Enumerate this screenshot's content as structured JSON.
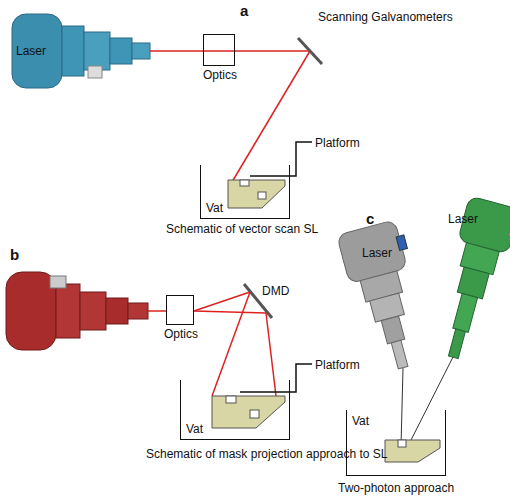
{
  "diagram": {
    "nodes": [
      {
        "text": [
          "Optics"
        ]
      },
      {
        "text": [
          "Vat"
        ]
      },
      {
        "text": [
          "Optics"
        ]
      },
      {
        "text": [
          "Vat"
        ]
      },
      {
        "text": [
          "Vat"
        ]
      }
    ],
    "labels": [
      "a",
      "Laser",
      "Scanning Galvanometers",
      "Platform",
      "Schematic of vector scan SL",
      "b",
      "DMD",
      "Platform",
      "Schematic of mask projection approach to SL",
      "c",
      "Laser",
      "Laser",
      "Two-photon approach"
    ]
  }
}
